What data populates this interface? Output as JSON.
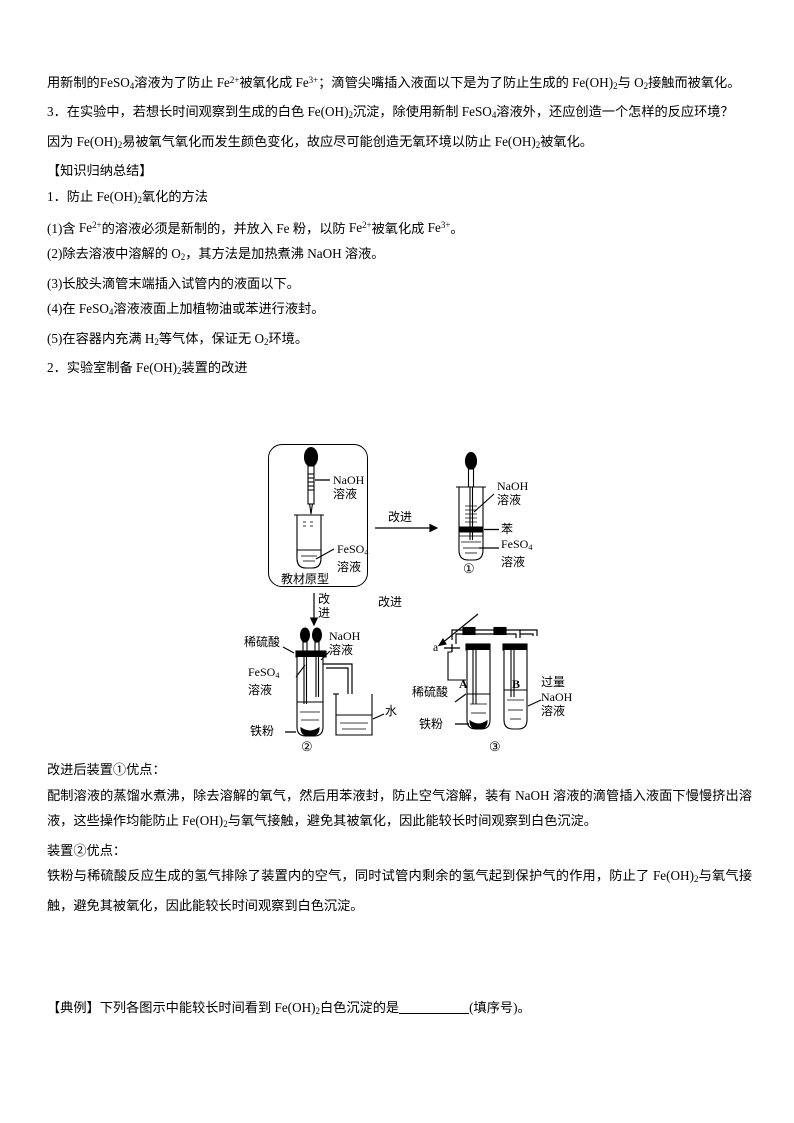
{
  "document": {
    "language": "zh-CN",
    "page_background": "#ffffff",
    "text_color": "#000000"
  },
  "text_blocks": [
    {
      "id": "answer-2",
      "line1": "用新制的FeSO4溶液为了防止 Fe2+被氧化成 Fe3+；滴管尖嘴插入液面以下是为了防止生成的 Fe(OH)2与 O2接触",
      "line2": "而被氧化。"
    },
    {
      "id": "question-3",
      "text": "3．在实验中，若想长时间观察到生成的白色 Fe(OH)2沉淀，除使用新制 FeSO4溶液外，还应创造一个怎样的反应环境？"
    },
    {
      "id": "answer-3",
      "text": "因为 Fe(OH)2易被氧气氧化而发生颜色变化，故应尽可能创造无氧环境以防止 Fe(OH)2被氧化。"
    },
    {
      "id": "section-heading",
      "text": "【知识归纳总结】"
    },
    {
      "id": "summary-1-title",
      "text": "1．防止 Fe(OH)2氧化的方法"
    },
    {
      "id": "summary-1-item-1",
      "text": "(1)含 Fe2+的溶液必须是新制的，并放入 Fe 粉，以防 Fe2+被氧化成 Fe3+。"
    },
    {
      "id": "summary-1-item-2",
      "text": "(2)除去溶液中溶解的 O2，其方法是加热煮沸 NaOH 溶液。"
    },
    {
      "id": "summary-1-item-3",
      "text": "(3)长胶头滴管末端插入试管内的液面以下。"
    },
    {
      "id": "summary-1-item-4",
      "text": "(4)在 FeSO4溶液液面上加植物油或苯进行液封。"
    },
    {
      "id": "summary-1-item-5",
      "text": "(5)在容器内充满 H2等气体，保证无 O2环境。"
    },
    {
      "id": "summary-2-title",
      "text": "2．实验室制备 Fe(OH)2装置的改进"
    },
    {
      "id": "advantage-1-title",
      "text": "改进后装置①优点："
    },
    {
      "id": "advantage-1-body",
      "text": "配制溶液的蒸馏水煮沸，除去溶解的氧气，然后用苯液封，防止空气溶解，装有 NaOH 溶液的滴管插入液面下慢慢挤出溶液，这些操作均能防止 Fe(OH)2与氧气接触，避免其被氧化，因此能较长时间观察到白色沉淀。"
    },
    {
      "id": "advantage-2-title",
      "text": "装置②优点："
    },
    {
      "id": "advantage-2-body",
      "text": "铁粉与稀硫酸反应生成的氢气排除了装置内的空气，同时试管内剩余的氢气起到保护气的作用，防止了 Fe(OH)2与氧气接触，避免其被氧化，因此能较长时间观察到白色沉淀。"
    },
    {
      "id": "example-question",
      "prefix": "【典例】",
      "text": "下列各图示中能较长时间看到 Fe(OH)2白色沉淀的是",
      "suffix": "(填序号)。"
    }
  ],
  "figure": {
    "name": "实验室制备Fe(OH)2装置的改进示意图",
    "prototype": {
      "caption": "教材原型",
      "labels": {
        "naoh": "NaOH",
        "naoh_sub": "溶液",
        "feso4": "FeSO4",
        "feso4_sub": "溶液"
      }
    },
    "arrows": {
      "right": "改进",
      "down": "改进",
      "diagonal": "改进"
    },
    "device1": {
      "number": "①",
      "labels": {
        "naoh": "NaOH",
        "naoh_sub": "溶液",
        "benzene": "苯",
        "feso4": "FeSO4",
        "feso4_sub": "溶液"
      }
    },
    "device2": {
      "number": "②",
      "labels": {
        "dilute_acid": "稀硫酸",
        "naoh": "NaOH",
        "naoh_sub": "溶液",
        "feso4": "FeSO4",
        "feso4_sub": "溶液",
        "iron_powder": "铁粉",
        "water": "水"
      }
    },
    "device3": {
      "number": "③",
      "labels": {
        "a_valve": "a",
        "tube_a": "A",
        "tube_b": "B",
        "dilute_acid": "稀硫酸",
        "iron_powder": "铁粉",
        "excess": "过量",
        "naoh": "NaOH",
        "naoh_sub": "溶液"
      }
    }
  }
}
